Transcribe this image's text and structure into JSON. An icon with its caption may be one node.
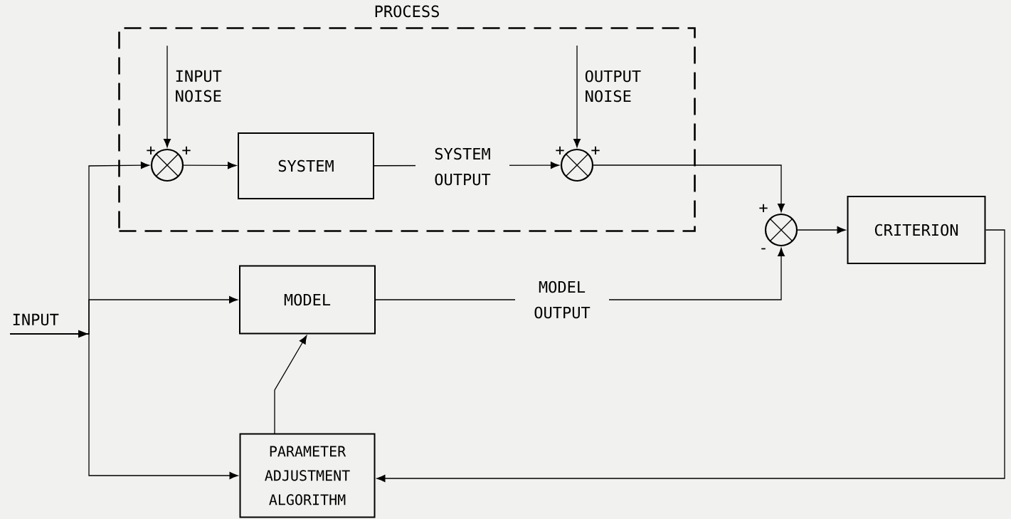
{
  "diagram": {
    "nodes": [
      {
        "text": [
          "PROCESS"
        ]
      },
      {
        "text": [
          "INPUT NOISE"
        ],
        "in": 0
      },
      {
        "text": [
          "OUTPUT NOISE"
        ],
        "in": 0
      },
      {
        "text": [],
        "shape": "circle",
        "in": 0
      },
      {
        "text": [
          "SYSTEM"
        ],
        "in": 0
      },
      {
        "text": [],
        "shape": "circle",
        "in": 0
      },
      {
        "text": [],
        "shape": "circle"
      },
      {
        "text": [
          "CRITERION"
        ]
      },
      {
        "text": [
          "MODEL"
        ]
      },
      {
        "text": [
          "INPUT"
        ]
      },
      {
        "text": [
          "PARAMETER ADJUSTMENT ALGORITHM"
        ]
      }
    ],
    "edges": [
      {
        "from": 9,
        "to": 3,
        "arrow": "to"
      },
      {
        "from": 9,
        "to": 8,
        "arrow": "to"
      },
      {
        "from": 9,
        "to": 10,
        "arrow": "to"
      },
      {
        "from": 1,
        "to": 3,
        "arrow": "to"
      },
      {
        "from": 2,
        "to": 5,
        "arrow": "to"
      },
      {
        "from": 3,
        "to": 4,
        "arrow": "to"
      },
      {
        "from": 4,
        "to": 5,
        "label": "SYSTEM OUTPUT",
        "arrow": "to"
      },
      {
        "from": 5,
        "to": 6,
        "arrow": "to"
      },
      {
        "from": 8,
        "to": 6,
        "label": "MODEL OUTPUT",
        "arrow": "to"
      },
      {
        "from": 6,
        "to": 7,
        "arrow": "to"
      },
      {
        "from": 7,
        "to": 10,
        "arrow": "to"
      },
      {
        "from": 10,
        "to": 8,
        "arrow": "to"
      }
    ],
    "labels": [
      "+",
      "+",
      "+",
      "+",
      "+",
      "-"
    ]
  }
}
